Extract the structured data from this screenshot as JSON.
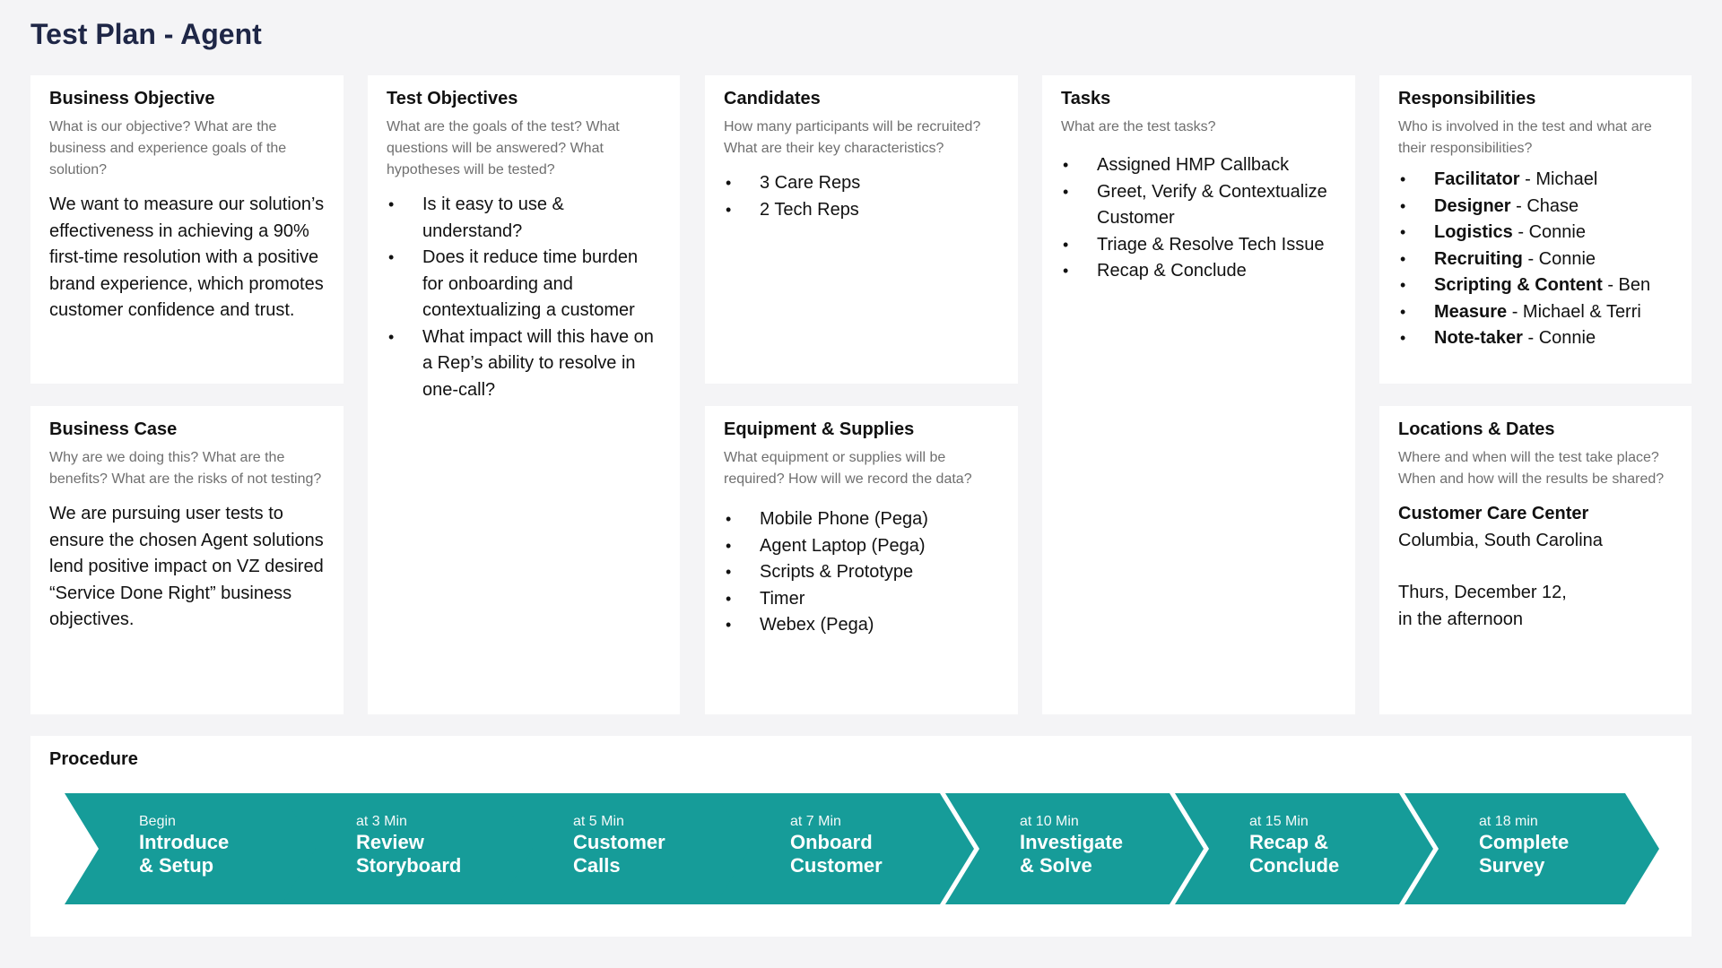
{
  "title": "Test Plan - Agent",
  "colors": {
    "accent": "#169c99",
    "title": "#1f2747",
    "background": "#f4f4f6",
    "card": "#ffffff",
    "prompt": "#6f6f6f"
  },
  "business_objective": {
    "heading": "Business Objective",
    "prompt": "What is our objective? What are the business and experience goals of the solution?",
    "text": "We want to measure our solution’s effectiveness in achieving a 90% first-time resolution with a positive brand experience, which promotes customer confidence and trust."
  },
  "business_case": {
    "heading": "Business Case",
    "prompt": "Why are we doing this? What are the benefits? What are the risks of not testing?",
    "text": "We are pursuing user tests to ensure the chosen Agent solutions lend positive impact on VZ desired “Service Done Right” business objectives."
  },
  "test_objectives": {
    "heading": "Test Objectives",
    "prompt": "What are the goals of the test? What questions will be answered? What hypotheses will be tested?",
    "items": [
      "Is it easy to use & understand?",
      "Does it reduce time burden for onboarding and contextualizing a customer",
      "What impact will this have on a Rep’s ability to resolve in one-call?"
    ]
  },
  "candidates": {
    "heading": "Candidates",
    "prompt": "How many participants will be recruited? What are their key characteristics?",
    "items": [
      "3 Care Reps",
      "2 Tech Reps"
    ]
  },
  "equipment": {
    "heading": "Equipment & Supplies",
    "prompt": "What equipment or supplies will be required? How will we record the data?",
    "items": [
      "Mobile Phone (Pega)",
      "Agent Laptop (Pega)",
      "Scripts & Prototype",
      "Timer",
      "Webex (Pega)"
    ]
  },
  "tasks": {
    "heading": "Tasks",
    "prompt": "What are the test tasks?",
    "items": [
      "Assigned HMP Callback",
      "Greet, Verify & Contextualize Customer",
      "Triage & Resolve Tech Issue",
      "Recap & Conclude"
    ]
  },
  "responsibilities": {
    "heading": "Responsibilities",
    "prompt": "Who is involved in the test and what are their responsibilities?",
    "items": [
      {
        "role": "Facilitator",
        "people": " - Michael"
      },
      {
        "role": "Designer",
        "people": " - Chase"
      },
      {
        "role": "Logistics",
        "people": " - Connie"
      },
      {
        "role": "Recruiting",
        "people": " - Connie"
      },
      {
        "role": "Scripting & Content",
        "people": " - Ben"
      },
      {
        "role": "Measure",
        "people": " - Michael & Terri"
      },
      {
        "role": "Note-taker",
        "people": " - Connie"
      }
    ]
  },
  "locations": {
    "heading": "Locations & Dates",
    "prompt": "Where and when will the test take place? When and how will the results be shared?",
    "place_name": "Customer Care Center",
    "place_city": "Columbia, South Carolina",
    "date_line1": "Thurs, December 12,",
    "date_line2": "in the afternoon"
  },
  "procedure": {
    "heading": "Procedure",
    "steps": [
      {
        "time": "Begin",
        "label": "Introduce\n& Setup"
      },
      {
        "time": "at 3 Min",
        "label": "Review\nStoryboard"
      },
      {
        "time": "at 5 Min",
        "label": "Customer\nCalls"
      },
      {
        "time": "at 7 Min",
        "label": "Onboard\nCustomer"
      },
      {
        "time": "at 10 Min",
        "label": "Investigate\n& Solve"
      },
      {
        "time": "at 15 Min",
        "label": "Recap &\nConclude"
      },
      {
        "time": "at 18 min",
        "label": "Complete\nSurvey"
      }
    ]
  }
}
